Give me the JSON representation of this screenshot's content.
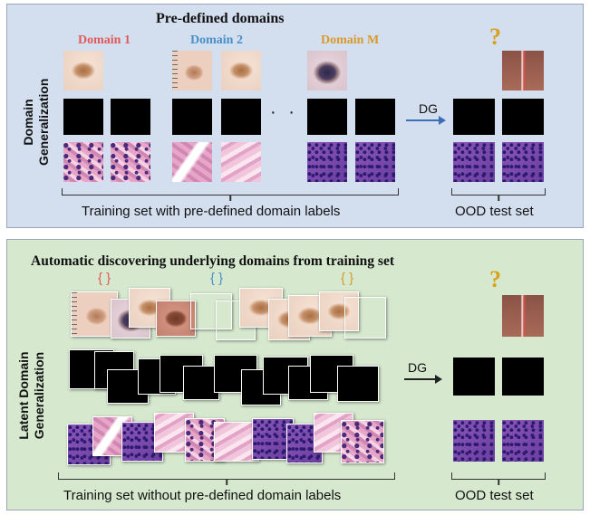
{
  "top_panel": {
    "title": "Pre-defined domains",
    "side_label_line1": "Domain",
    "side_label_line2": "Generalization",
    "domains": [
      {
        "label": "Domain 1",
        "color": "#e05a5a"
      },
      {
        "label": "Domain 2",
        "color": "#4a90c8"
      },
      {
        "label": "Domain M",
        "color": "#d99a2b"
      }
    ],
    "ellipsis": "· · ·",
    "arrow_label": "DG",
    "question_mark": "?",
    "caption_train": "Training set with pre-defined domain labels",
    "caption_test": "OOD test set"
  },
  "bottom_panel": {
    "title": "Automatic discovering underlying domains from training set",
    "side_label_line1": "Latent Domain",
    "side_label_line2": "Generalization",
    "braces": [
      {
        "text": "{ }",
        "color": "#e05a5a"
      },
      {
        "text": "{ }",
        "color": "#4a90c8"
      },
      {
        "text": "{ }",
        "color": "#d99a2b"
      }
    ],
    "arrow_label": "DG",
    "question_mark": "?",
    "caption_train": "Training set  without pre-defined domain labels",
    "caption_test": "OOD test set"
  }
}
